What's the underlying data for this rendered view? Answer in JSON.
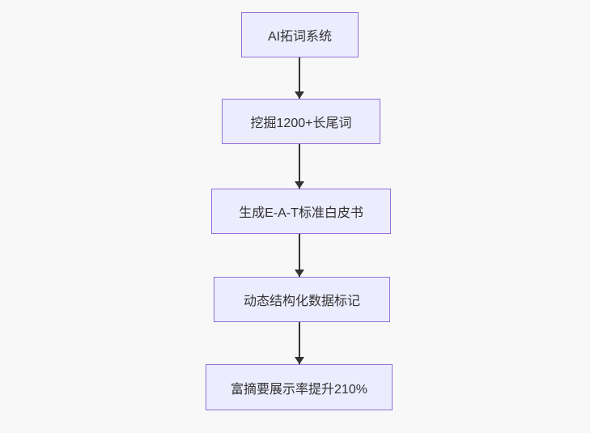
{
  "diagram": {
    "type": "flowchart",
    "direction": "top-down",
    "nodes": [
      {
        "label": "AI拓词系统"
      },
      {
        "label": "挖掘1200+长尾词"
      },
      {
        "label": "生成E-A-T标准白皮书"
      },
      {
        "label": "动态结构化数据标记"
      },
      {
        "label": "富摘要展示率提升210%"
      }
    ],
    "edges": [
      {
        "from": "AI拓词系统",
        "to": "挖掘1200+长尾词"
      },
      {
        "from": "挖掘1200+长尾词",
        "to": "生成E-A-T标准白皮书"
      },
      {
        "from": "生成E-A-T标准白皮书",
        "to": "动态结构化数据标记"
      },
      {
        "from": "动态结构化数据标记",
        "to": "富摘要展示率提升210%"
      }
    ]
  },
  "colors": {
    "background": "#f8f8f8",
    "node_fill": "#ececff",
    "node_border": "#9370db",
    "arrow": "#333333",
    "text": "#333333"
  }
}
